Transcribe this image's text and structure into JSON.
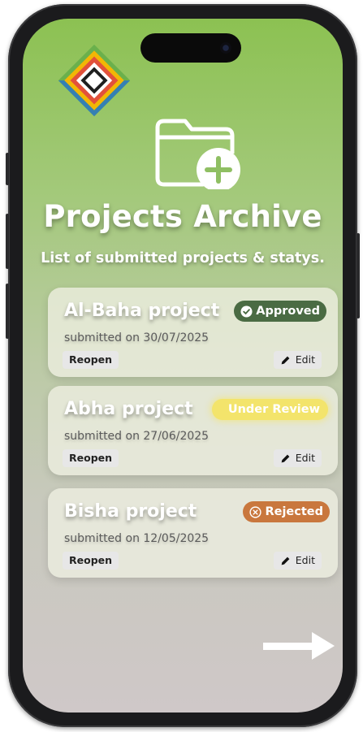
{
  "header": {
    "title": "Projects Archive",
    "subtitle": "List of submitted projects & statys."
  },
  "logo": {
    "icon": "diamond-logo-icon",
    "colors": [
      "#6ab04c",
      "#f2a900",
      "#e84c3d",
      "#2f7bbf"
    ]
  },
  "new_project": {
    "icon": "folder-add-icon"
  },
  "projects": [
    {
      "name": "Al-Baha project",
      "date": "submitted on 30/07/2025",
      "status": "Approved",
      "status_color": "#4a6b43",
      "reopen_label": "Reopen",
      "edit_label": "Edit"
    },
    {
      "name": "Abha project",
      "date": "submitted on 27/06/2025",
      "status": "Under Review",
      "status_color": "#f3e46b",
      "reopen_label": "Reopen",
      "edit_label": "Edit"
    },
    {
      "name": "Bisha project",
      "date": "submitted on 12/05/2025",
      "status": "Rejected",
      "status_color": "#c9773d",
      "reopen_label": "Reopen",
      "edit_label": "Edit"
    }
  ],
  "navigation": {
    "next_icon": "arrow-right-icon"
  }
}
